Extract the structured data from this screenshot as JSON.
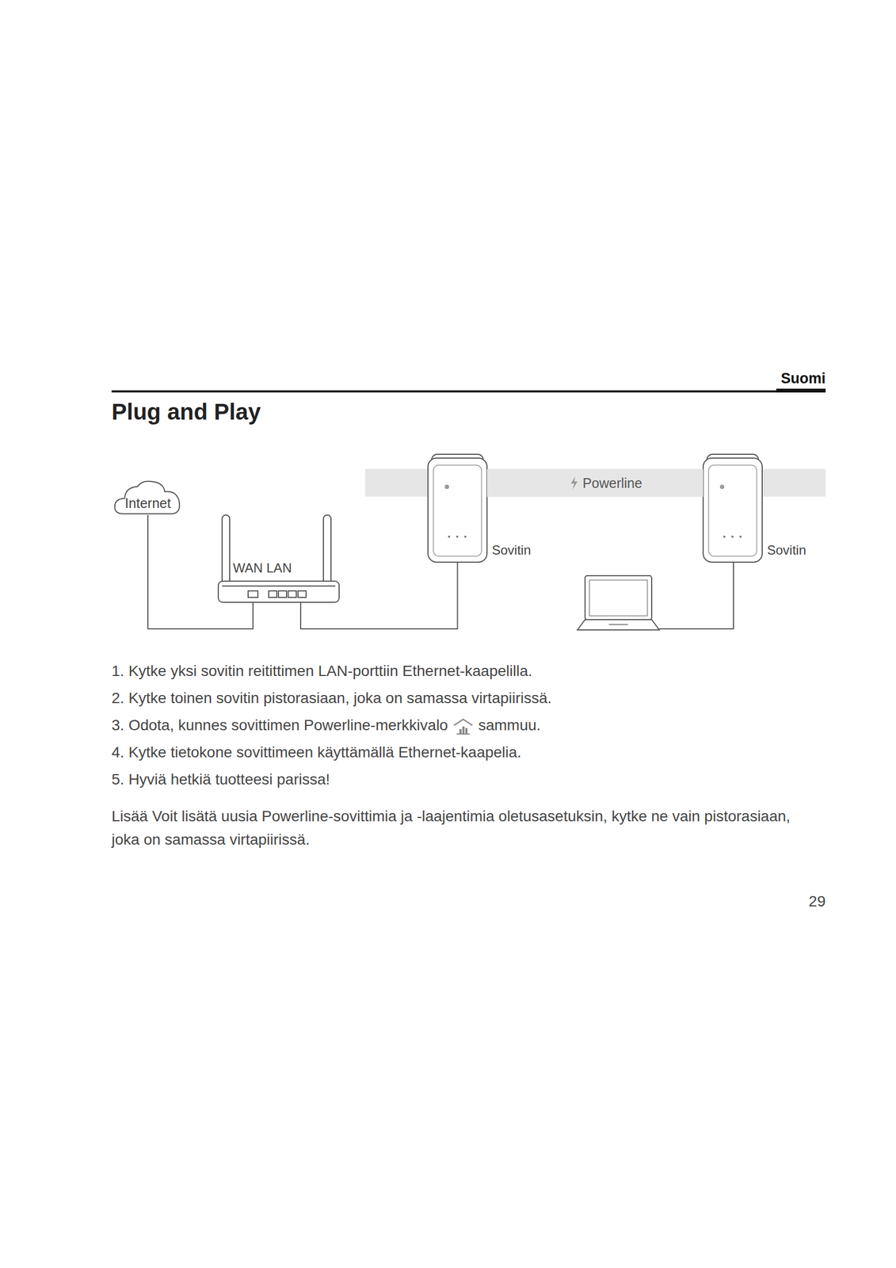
{
  "diagram": {
    "title": "Plug and Play",
    "nodes": [
      {
        "text": [
          "Internet"
        ]
      },
      {
        "text": [
          "WAN LAN"
        ]
      },
      {
        "text": [
          "Sovitin"
        ]
      },
      {
        "text": [
          "Sovitin"
        ]
      }
    ],
    "edges": [
      {
        "from": 0,
        "to": 1,
        "arrow": "none"
      },
      {
        "from": 1,
        "to": 2,
        "arrow": "none"
      },
      {
        "from": 2,
        "to": 3,
        "arrow": "none",
        "label": "Powerline"
      }
    ],
    "labels": [
      "Suomi",
      "1. Kytke yksi sovitin reitittimen LAN-porttiin Ethernet-kaapelilla.",
      "2. Kytke toinen sovitin pistorasiaan, joka on samassa virtapiirissä.",
      "3. Odota, kunnes sovittimen Powerline-merkkivalo",
      "sammuu.",
      "4. Kytke tietokone sovittimeen käyttämällä Ethernet-kaapelia.",
      "5. Hyviä hetkiä tuotteesi parissa!",
      "Lisää Voit lisätä uusia Powerline-sovittimia ja -laajentimia oletusasetuksin, kytke ne vain pistorasiaan, joka on samassa virtapiirissä.",
      "29"
    ]
  }
}
